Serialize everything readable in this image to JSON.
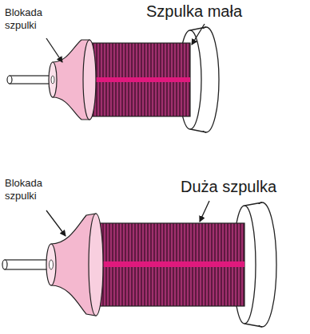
{
  "diagram": {
    "labels": [
      "Blokada szpulki",
      "Szpulka mała",
      "Blokada szpulki",
      "Duża szpulka"
    ]
  }
}
